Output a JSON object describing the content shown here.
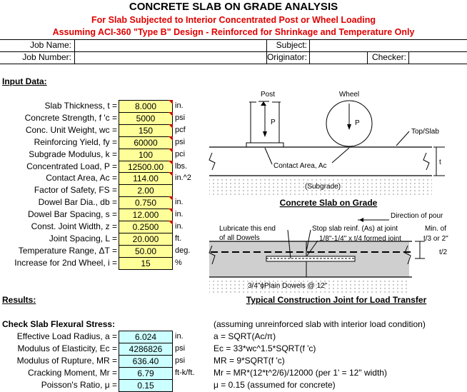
{
  "header": {
    "title": "CONCRETE SLAB ON GRADE ANALYSIS",
    "subtitle1": "For Slab Subjected to Interior Concentrated Post or Wheel Loading",
    "subtitle2": "Assuming ACI-360 \"Type B\" Design - Reinforced for Shrinkage and Temperature Only"
  },
  "job": {
    "name_label": "Job Name:",
    "number_label": "Job Number:",
    "subject_label": "Subject:",
    "originator_label": "Originator:",
    "checker_label": "Checker:"
  },
  "input": {
    "heading": "Input Data:",
    "rows": [
      {
        "label": "Slab Thickness, t =",
        "value": "8.000",
        "unit": "in."
      },
      {
        "label": "Concrete Strength, f 'c =",
        "value": "5000",
        "unit": "psi"
      },
      {
        "label": "Conc. Unit Weight, wc =",
        "value": "150",
        "unit": "pcf"
      },
      {
        "label": "Reinforcing Yield, fy =",
        "value": "60000",
        "unit": "psi"
      },
      {
        "label": "Subgrade Modulus, k =",
        "value": "100",
        "unit": "pci"
      },
      {
        "label": "Concentrated Load, P =",
        "value": "12500.00",
        "unit": "lbs."
      },
      {
        "label": "Contact Area, Ac =",
        "value": "114.00",
        "unit": "in.^2"
      },
      {
        "label": "Factor of Safety, FS =",
        "value": "2.00",
        "unit": ""
      },
      {
        "label": "Dowel Bar Dia., db =",
        "value": "0.750",
        "unit": "in."
      },
      {
        "label": "Dowel Bar Spacing, s =",
        "value": "12.000",
        "unit": "in."
      },
      {
        "label": "Const. Joint Width, z =",
        "value": "0.2500",
        "unit": "in."
      },
      {
        "label": "Joint Spacing, L =",
        "value": "20.000",
        "unit": "ft."
      },
      {
        "label": "Temperature Range, ΔT =",
        "value": "50.00",
        "unit": "deg."
      },
      {
        "label": "Increase for 2nd Wheel, i =",
        "value": "15",
        "unit": "%"
      }
    ]
  },
  "results": {
    "heading": "Results:",
    "flexural_heading": "Check Slab Flexural Stress:",
    "flexural_note": "(assuming unreinforced slab with interior load condition)",
    "rows": [
      {
        "label": "Effective Load Radius, a =",
        "value": "6.024",
        "unit": "in.",
        "formula": "a = SQRT(Ac/π)"
      },
      {
        "label": "Modulus of Elasticity, Ec =",
        "value": "4286826",
        "unit": "psi",
        "formula": "Ec = 33*wc^1.5*SQRT(f 'c)"
      },
      {
        "label": "Modulus of Rupture, MR =",
        "value": "636.40",
        "unit": "psi",
        "formula": "MR = 9*SQRT(f 'c)"
      },
      {
        "label": "Cracking Moment, Mr =",
        "value": "6.79",
        "unit": "ft-k/ft.",
        "formula": "Mr = MR*(12*t^2/6)/12000  (per 1' = 12\" width)"
      },
      {
        "label": "Poisson's Ratio, μ =",
        "value": "0.15",
        "unit": "",
        "formula": "μ = 0.15 (assumed for concrete)"
      }
    ]
  },
  "diagram1": {
    "post": "Post",
    "wheel": "Wheel",
    "p1": "P",
    "p2": "P",
    "top_slab": "Top/Slab",
    "contact_area": "Contact Area, Ac",
    "t": "t",
    "subgrade": "(Subgrade)",
    "caption": "Concrete Slab on Grade"
  },
  "diagram2": {
    "direction": "Direction of pour",
    "lubricate1": "Lubricate this end",
    "lubricate2": "of all Dowels",
    "stop_slab": "Stop slab reinf. (As) at joint",
    "formed_joint": "1/8\"-1/4\" x t/4 formed joint",
    "min_of1": "Min. of",
    "min_of2": "t/3 or 2\"",
    "t2": "t/2",
    "plain_dowels": "3/4\"ϕPlain Dowels @ 12\"",
    "caption": "Typical Construction Joint for Load Transfer"
  }
}
